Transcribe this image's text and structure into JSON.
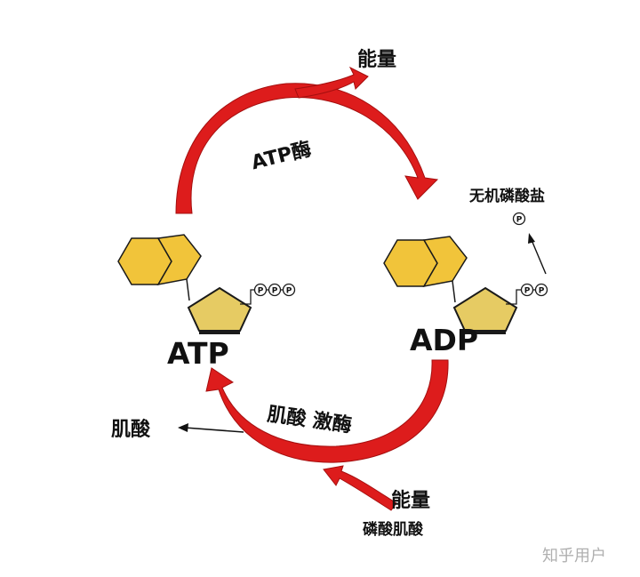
{
  "labels": {
    "energy_top": "能量",
    "atp_enzyme": "ATP酶",
    "inorganic_phosphate": "无机磷酸盐",
    "atp": "ATP",
    "adp": "ADP",
    "creatine": "肌酸",
    "creatine_kinase": "肌酸 激酶",
    "energy_bottom": "能量",
    "phosphocreatine": "磷酸肌酸",
    "phosphate_symbol": "P"
  },
  "watermark": "知乎用户",
  "colors": {
    "arrow_red": "#dd1c1c",
    "ring_yellow": "#f1c43a",
    "sugar_yellow": "#e6cb63",
    "outline": "#1a1a1a"
  },
  "icons": {
    "atp_phosphates": 3,
    "adp_phosphates": 2
  }
}
